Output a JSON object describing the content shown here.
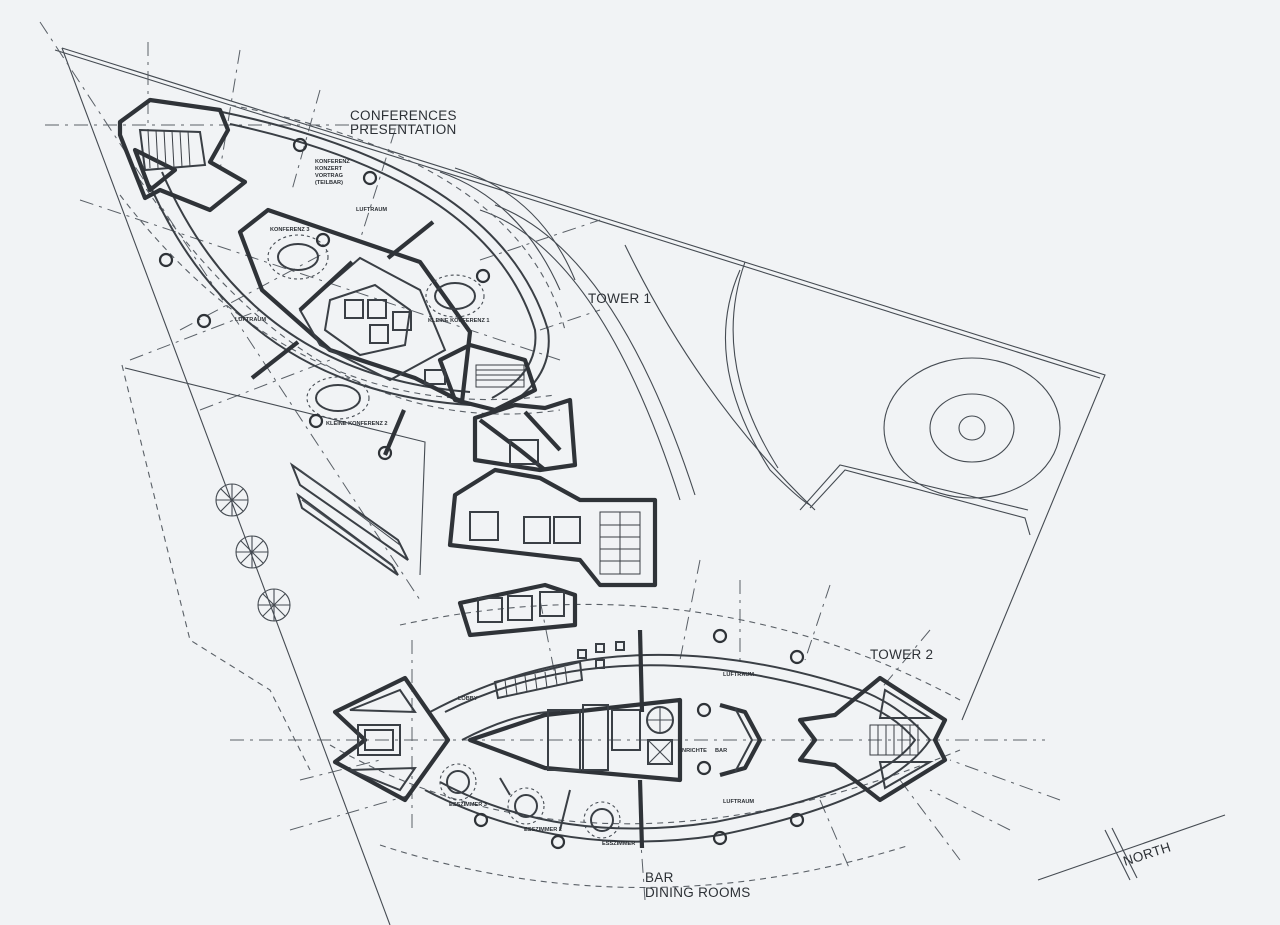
{
  "labels": {
    "conferences": "CONFERENCES",
    "presentation": "PRESENTATION",
    "tower1": "TOWER 1",
    "tower2": "TOWER 2",
    "bar": "BAR",
    "dining_rooms": "DINING ROOMS",
    "north": "NORTH",
    "konferenz_hall_1": "KONFERENZ",
    "konferenz_hall_2": "KONZERT",
    "konferenz_hall_3": "VORTRAG",
    "konferenz_hall_4": "(TEILBAR)",
    "luftraum_top": "LUFTRAUM",
    "luftraum_left": "LUFTRAUM",
    "konferenz_3": "KONFERENZ 3",
    "kleine_konferenz_1": "KLEINE KONFERENZ 1",
    "kleine_konferenz_2": "KLEINE KONFERENZ 2",
    "lobby": "LOBBY",
    "luftraum_tower2_top": "LUFTRAUM",
    "luftraum_tower2_bottom": "LUFTRAUM",
    "anrichte": "ANRICHTE",
    "bar_small": "BAR",
    "esszimmer_3": "ESSZIMMER 3",
    "esszimmer_2": "ESSZIMMER 2",
    "esszimmer": "ESSZIMMER"
  },
  "colors": {
    "paper": "#f1f3f5",
    "ink": "#2f3338"
  }
}
